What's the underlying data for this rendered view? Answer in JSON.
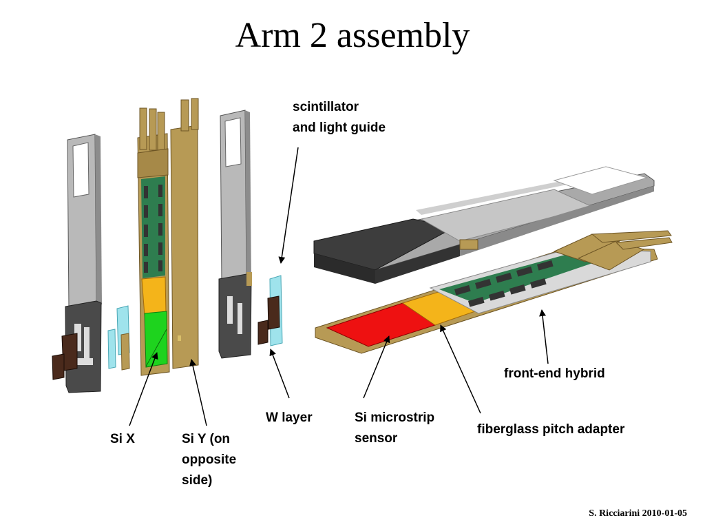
{
  "slide": {
    "title": "Arm 2 assembly",
    "credit": "S. Ricciarini 2010-01-05"
  },
  "labels": {
    "scintillator": [
      "scintillator",
      "and light guide"
    ],
    "front_end_hybrid": [
      "front-end hybrid"
    ],
    "w_layer": [
      "W layer"
    ],
    "si_microstrip": [
      "Si microstrip",
      "sensor"
    ],
    "fiberglass": [
      "fiberglass pitch adapter"
    ],
    "si_x": [
      "Si X"
    ],
    "si_y": [
      "Si Y (on",
      "opposite",
      "side)"
    ]
  },
  "colors": {
    "frame_gray": "#b9b9b9",
    "frame_dark": "#4a4a4a",
    "gold": "#b79a55",
    "sensor_red": "#ee1111",
    "adapter_yellow": "#f4b41a",
    "si_green": "#1ed31e",
    "hybrid_green": "#2e7d4f",
    "scint_cyan": "#9fe3ec",
    "brown": "#4a2a1c"
  }
}
